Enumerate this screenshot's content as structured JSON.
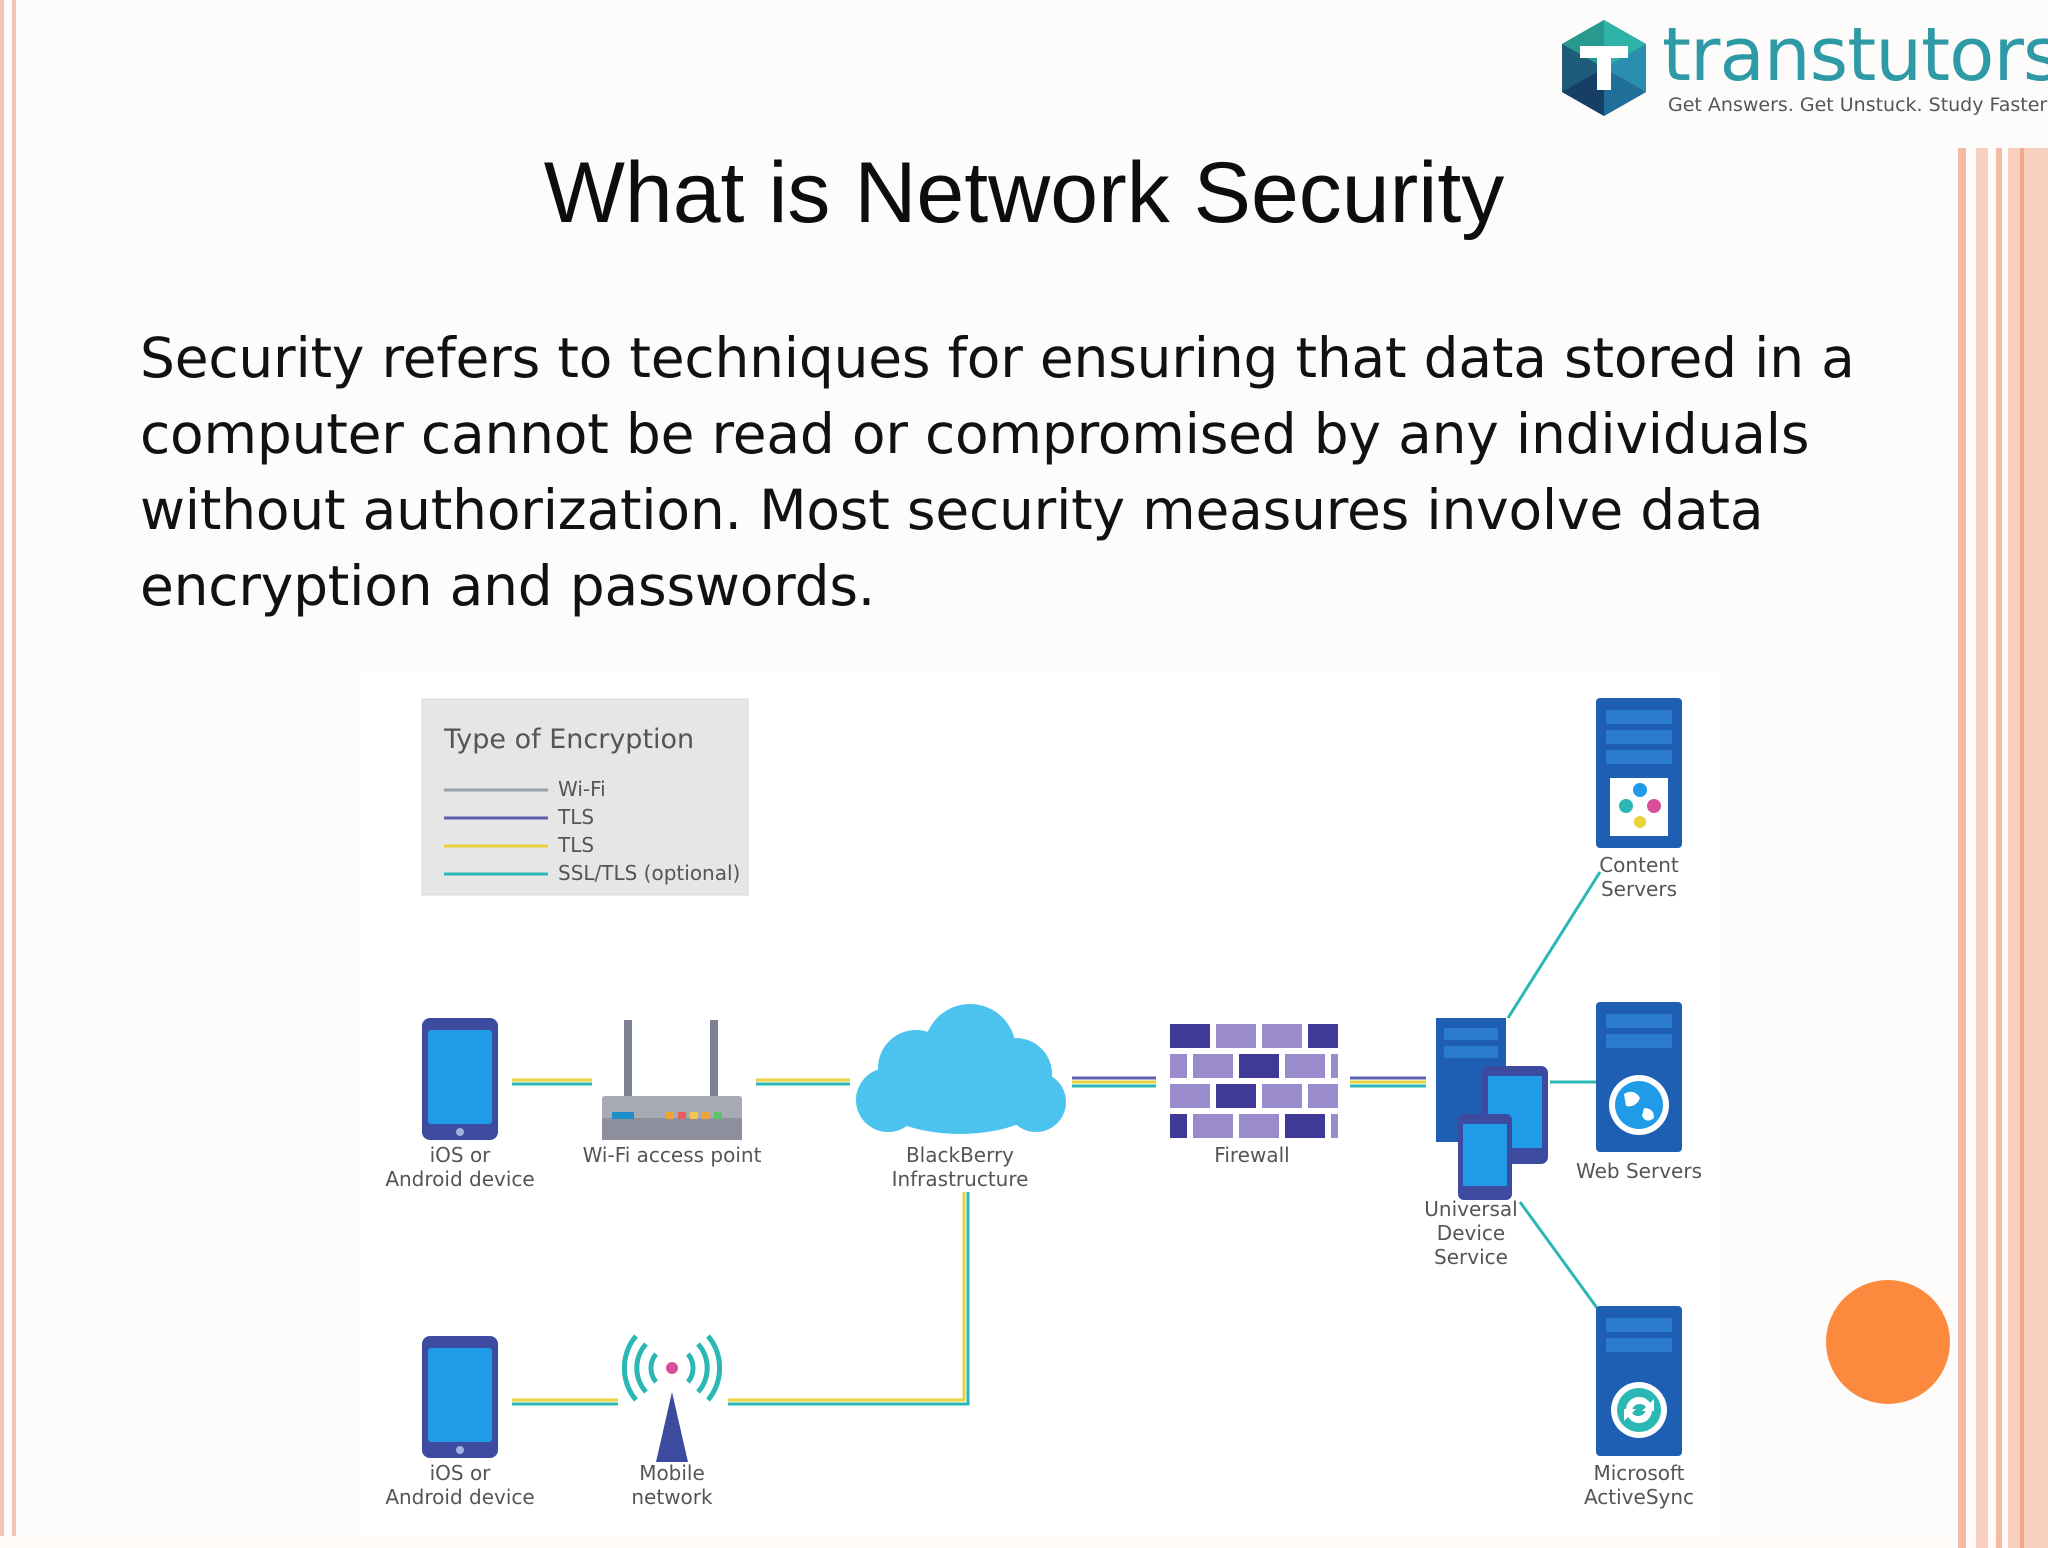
{
  "logo": {
    "word": "transtutors",
    "tagline": "Get Answers. Get Unstuck. Study Faster"
  },
  "slide": {
    "title": "What is Network Security",
    "body": "Security refers to techniques for ensuring that data stored in a computer cannot be read or compromised by any individuals without authorization. Most security measures involve data encryption and passwords."
  },
  "diagram": {
    "legend": {
      "title": "Type of Encryption",
      "items": [
        {
          "label": "Wi-Fi",
          "color": "#9aa0ad"
        },
        {
          "label": "TLS",
          "color": "#5a5fb0"
        },
        {
          "label": "TLS",
          "color": "#e9d23a"
        },
        {
          "label": "SSL/TLS (optional)",
          "color": "#2bb8b4"
        }
      ]
    },
    "nodes": {
      "device_top": "iOS or\nAndroid device",
      "wifi": "Wi-Fi access point",
      "blackberry": "BlackBerry\nInfrastructure",
      "firewall": "Firewall",
      "uds": "Universal\nDevice\nService",
      "content": "Content\nServers",
      "web": "Web Servers",
      "device_bottom": "iOS or\nAndroid device",
      "mobile": "Mobile\nnetwork",
      "activesync": "Microsoft\nActiveSync"
    }
  },
  "colors": {
    "stripe_pink": "#f6b9a4",
    "accent_orange": "#fb8a3f",
    "logo_teal": "#2e9aa6",
    "device_blue": "#1f9be8",
    "server_blue": "#1e5fb3",
    "firewall_purple": "#5d4aa6"
  }
}
